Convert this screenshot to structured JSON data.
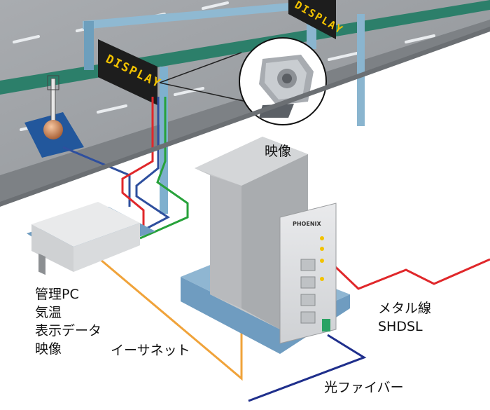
{
  "signs": {
    "sign_left": "DISPLAY",
    "sign_right": "DISPLAY"
  },
  "device": {
    "brand": "PHOENIX"
  },
  "labels": {
    "camera": "映像",
    "pc_line1": "管理PC",
    "pc_line2": "気温",
    "pc_line3": "表示データ",
    "pc_line4": "映像",
    "ethernet": "イーサネット",
    "metal_line": "メタル線",
    "shdsl": "SHDSL",
    "fiber": "光ファイバー"
  },
  "colors": {
    "cable_red": "#e0272a",
    "cable_green": "#27a23a",
    "cable_blue": "#2e4f9e",
    "cable_orange": "#f0a33a",
    "fiber_navy": "#1f2f8c"
  }
}
